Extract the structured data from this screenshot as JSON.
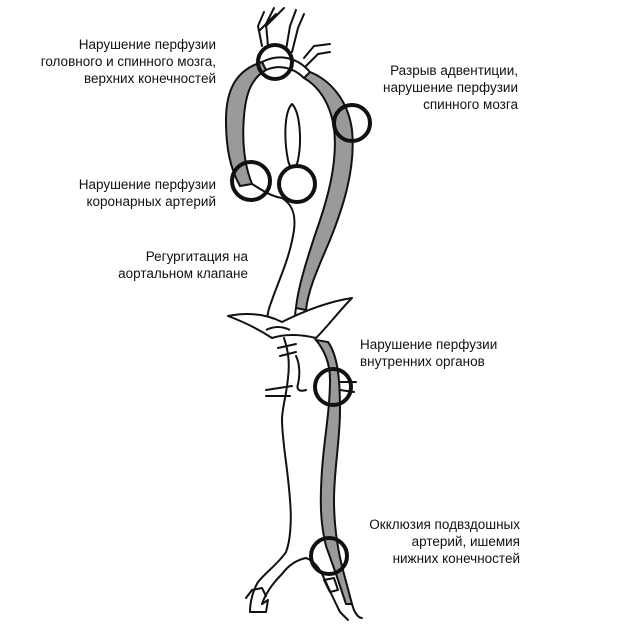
{
  "colors": {
    "outline": "#111111",
    "false_lumen": "#9a9a9a",
    "background": "#ffffff"
  },
  "labels": {
    "head_spine_limbs": [
      "Нарушение перфузии",
      "головного и спинного мозга,",
      "верхних конечностей"
    ],
    "adventitia_rupture": [
      "Разрыв адвентиции,",
      "нарушение перфузии",
      "спинного мозга"
    ],
    "coronary": [
      "Нарушение перфузии",
      "коронарных артерий"
    ],
    "aortic_valve": [
      "Регургитация на",
      "аортальном клапане"
    ],
    "visceral": [
      "Нарушение перфузии",
      "внутренних органов"
    ],
    "iliac": [
      "Окклюзия подвздошных",
      "артерий, ишемия",
      "нижних конечностей"
    ]
  }
}
